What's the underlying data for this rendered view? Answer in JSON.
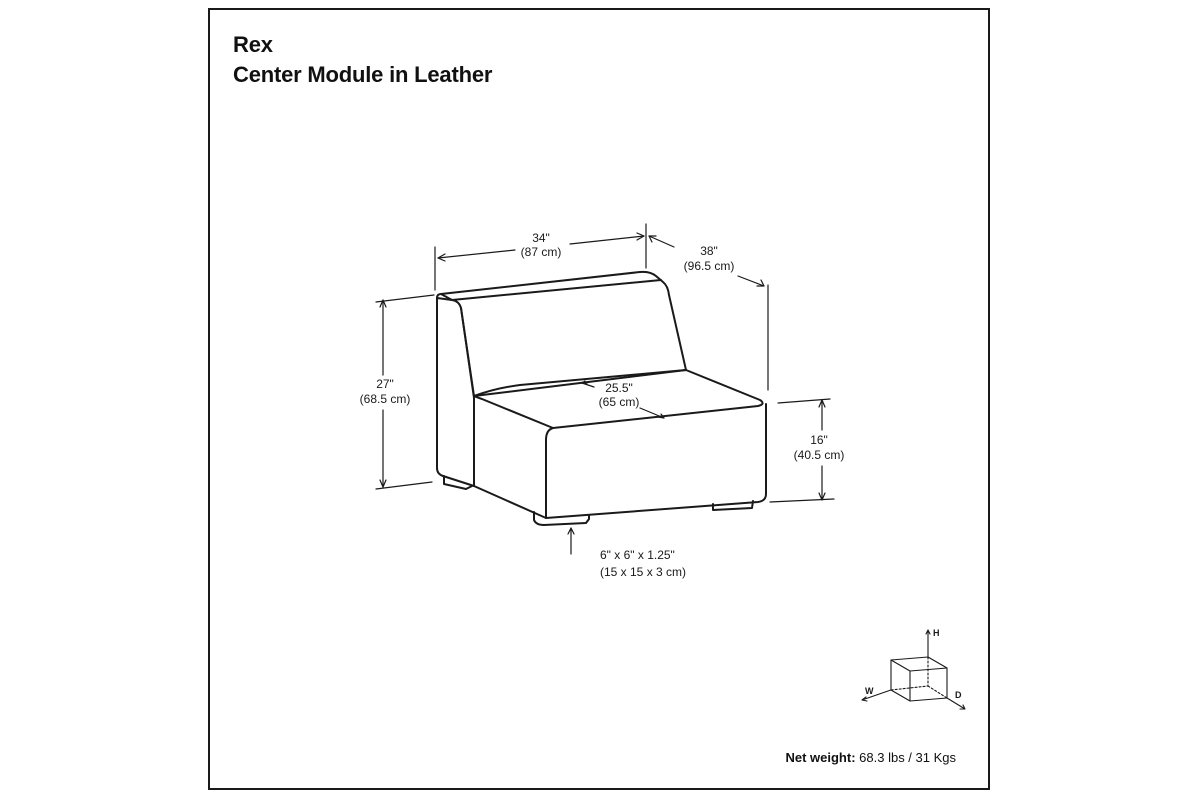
{
  "title": {
    "line1": "Rex",
    "line2": "Center Module in Leather"
  },
  "dimensions": {
    "width": {
      "imperial": "34\"",
      "metric": "(87 cm)"
    },
    "depth": {
      "imperial": "38\"",
      "metric": "(96.5 cm)"
    },
    "height": {
      "imperial": "27\"",
      "metric": "(68.5 cm)"
    },
    "seat_height": {
      "imperial": "16\"",
      "metric": "(40.5 cm)"
    },
    "seat_depth": {
      "imperial": "25.5\"",
      "metric": "(65 cm)"
    },
    "foot": {
      "imperial": "6\" x 6\" x 1.25\"",
      "metric": "(15 x 15 x 3 cm)"
    }
  },
  "axes_key": {
    "h": "H",
    "w": "W",
    "d": "D"
  },
  "weight": {
    "label": "Net weight:",
    "value": "68.3 lbs / 31 Kgs"
  },
  "colors": {
    "line": "#1a1a1a",
    "background": "#ffffff"
  }
}
